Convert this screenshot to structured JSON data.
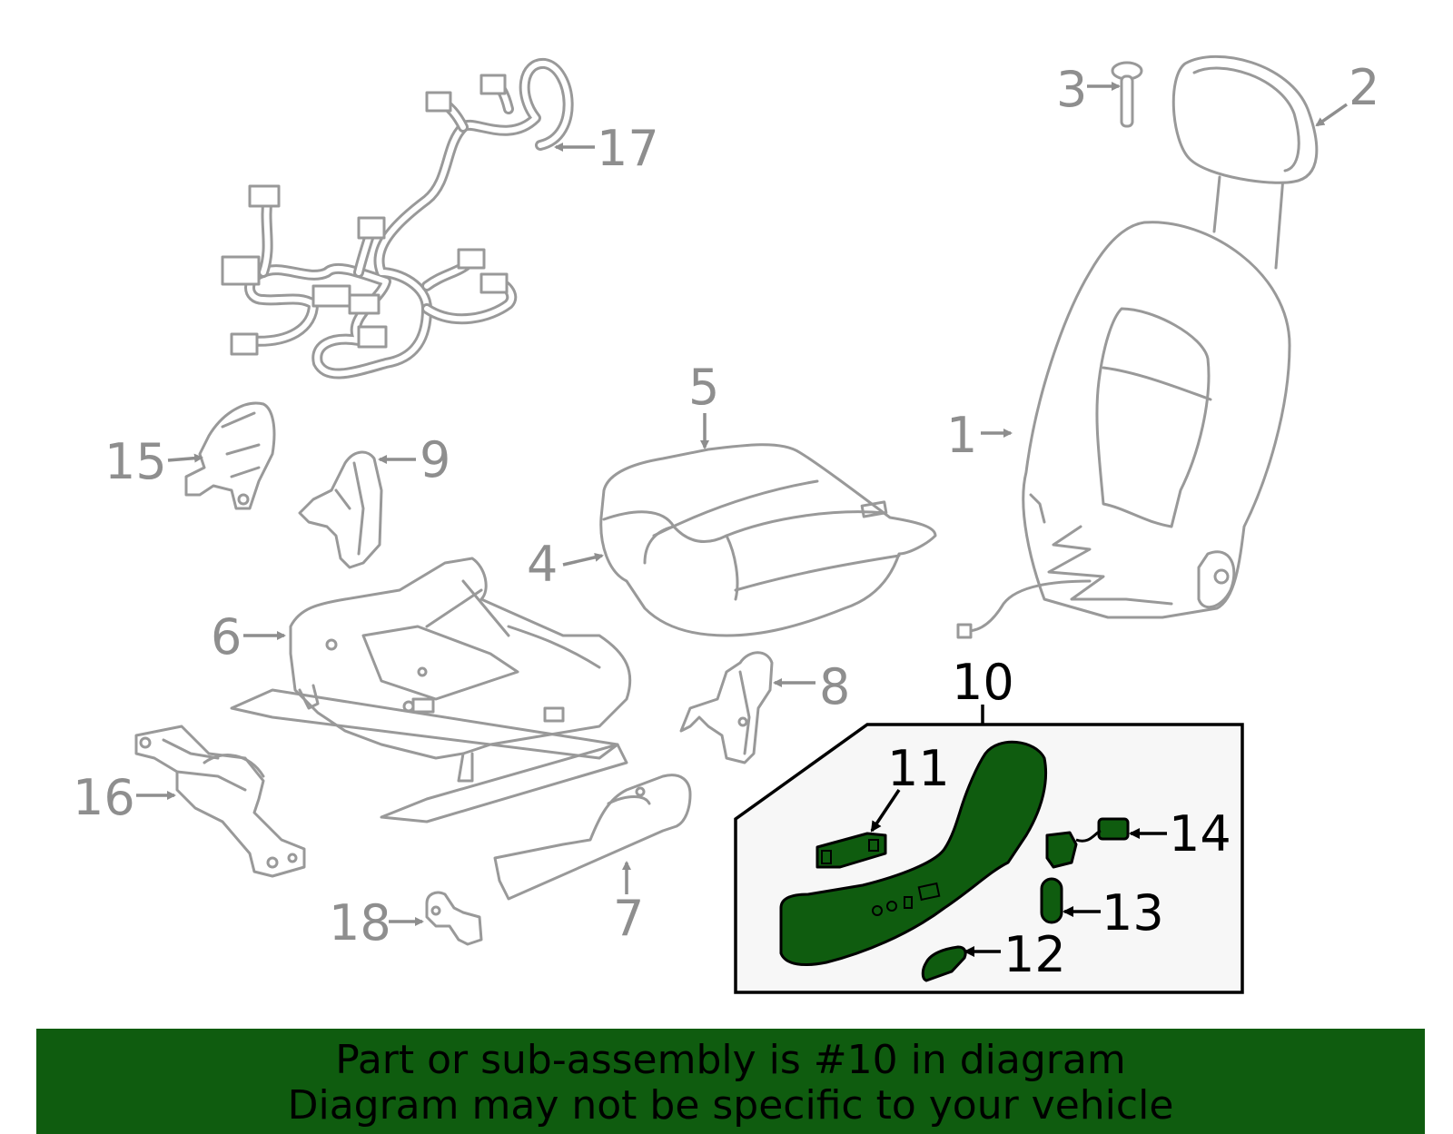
{
  "callouts": {
    "c1": "1",
    "c2": "2",
    "c3": "3",
    "c4": "4",
    "c5": "5",
    "c6": "6",
    "c7": "7",
    "c8": "8",
    "c9": "9",
    "c10": "10",
    "c11": "11",
    "c12": "12",
    "c13": "13",
    "c14": "14",
    "c15": "15",
    "c16": "16",
    "c17": "17",
    "c18": "18"
  },
  "highlight": {
    "part": "10",
    "color": "#0f5c0f",
    "inset_background": "#f7f7f7"
  },
  "banner": {
    "line1": "Part or sub-assembly is #10 in diagram",
    "line2": "Diagram may not be specific to your vehicle"
  }
}
